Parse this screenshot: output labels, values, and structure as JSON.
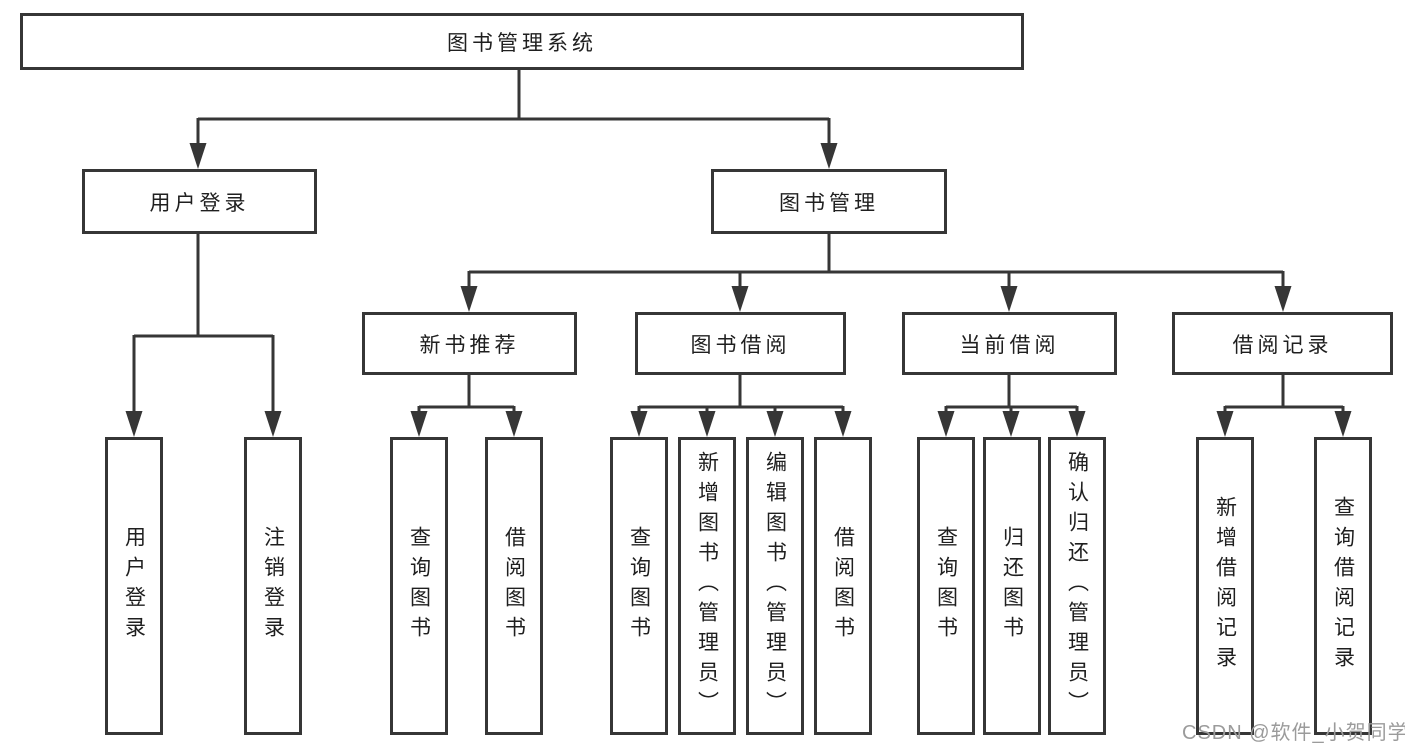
{
  "diagram": {
    "title": "图书管理系统",
    "level1": [
      {
        "label": "用户登录"
      },
      {
        "label": "图书管理"
      }
    ],
    "level2": [
      {
        "label": "新书推荐",
        "parent": "图书管理"
      },
      {
        "label": "图书借阅",
        "parent": "图书管理"
      },
      {
        "label": "当前借阅",
        "parent": "图书管理"
      },
      {
        "label": "借阅记录",
        "parent": "图书管理"
      }
    ],
    "leaves": [
      {
        "label": "用户登录",
        "parent": "用户登录"
      },
      {
        "label": "注销登录",
        "parent": "用户登录"
      },
      {
        "label": "查询图书",
        "parent": "新书推荐"
      },
      {
        "label": "借阅图书",
        "parent": "新书推荐"
      },
      {
        "label": "查询图书",
        "parent": "图书借阅"
      },
      {
        "label": "新增图书（管理员）",
        "parent": "图书借阅"
      },
      {
        "label": "编辑图书（管理员）",
        "parent": "图书借阅"
      },
      {
        "label": "借阅图书",
        "parent": "图书借阅"
      },
      {
        "label": "查询图书",
        "parent": "当前借阅"
      },
      {
        "label": "归还图书",
        "parent": "当前借阅"
      },
      {
        "label": "确认归还（管理员）",
        "parent": "当前借阅"
      },
      {
        "label": "新增借阅记录",
        "parent": "借阅记录"
      },
      {
        "label": "查询借阅记录",
        "parent": "借阅记录"
      }
    ]
  },
  "watermark": {
    "text": "CSDN @软件_小贺同学"
  },
  "colors": {
    "line": "#363636",
    "box_border": "#363636",
    "text": "#1f1f1f",
    "watermark": "#9b9b9b",
    "background": "#ffffff"
  }
}
